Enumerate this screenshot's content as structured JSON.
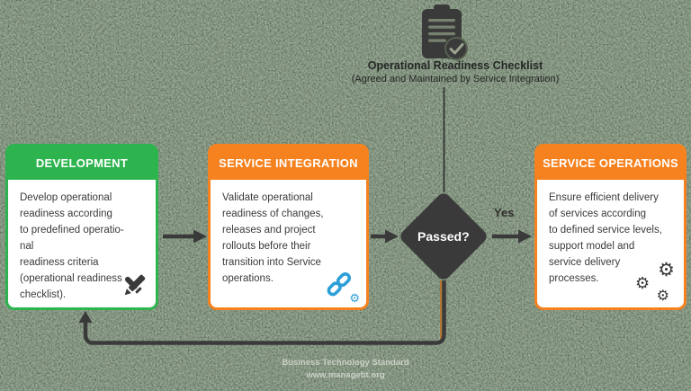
{
  "colors": {
    "green": "#2eb44e",
    "orange": "#f5821f",
    "dark": "#3a3a3a",
    "blue": "#2d9fd8",
    "feedback_accent": "#b5762f"
  },
  "checklist_note": {
    "icon": "clipboard-check-icon",
    "title": "Operational Readiness Checklist",
    "subtitle": "(Agreed and Maintained by Service Integration)"
  },
  "boxes": [
    {
      "title": "DEVELOPMENT",
      "accent": "#2eb44e",
      "body": "Develop operational\nreadiness according\nto predefined operatio-\nnal\nreadiness criteria\n(operational readiness\nchecklist).",
      "icon": "pencil-ruler-icon"
    },
    {
      "title": "SERVICE INTEGRATION",
      "accent": "#f5821f",
      "body": "Validate operational\nreadiness of changes,\nreleases and project\nrollouts before their\ntransition into Service\noperations.",
      "icon": "chain-gear-icon"
    },
    {
      "title": "SERVICE OPERATIONS",
      "accent": "#f5821f",
      "body": "Ensure efficient delivery\nof services according\nto defined service levels,\nsupport model and\nservice delivery\nprocesses.",
      "icon": "gears-icon"
    }
  ],
  "decision": {
    "label": "Passed?"
  },
  "edge_labels": {
    "yes": "Yes"
  },
  "footer": {
    "line1": "Business Technology Standard",
    "line2": "www.managebt.org"
  }
}
